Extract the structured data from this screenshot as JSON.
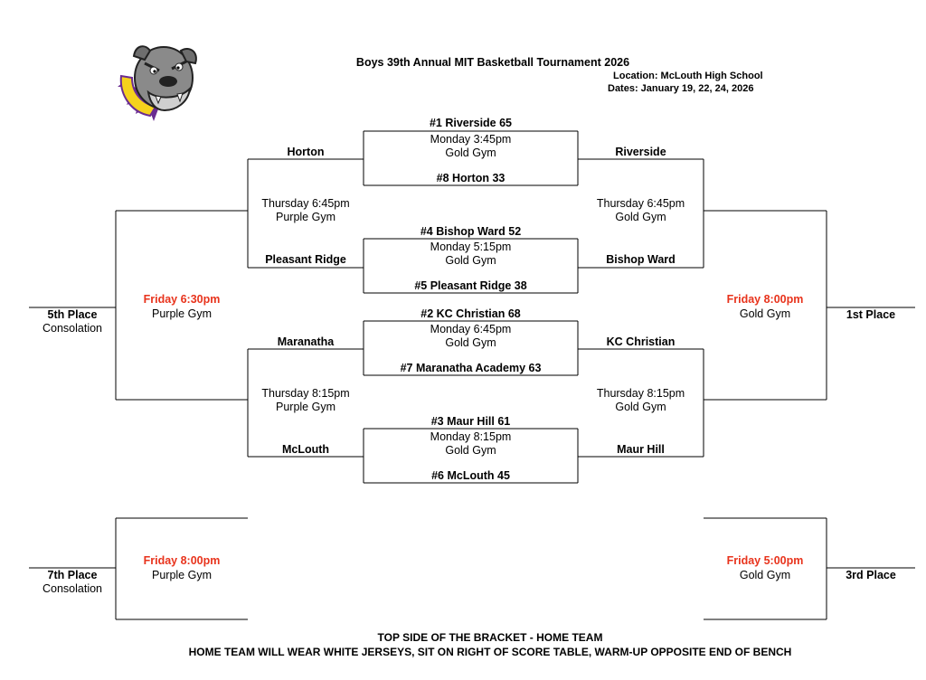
{
  "header": {
    "title": "Boys 39th Annual MIT Basketball Tournament 2026",
    "location": "Location: McLouth High School",
    "dates": "Dates: January 19, 22, 24, 2026"
  },
  "colors": {
    "accent_red": "#e8331c",
    "logo_gray": "#8a8a8a",
    "logo_gold": "#f5d21c",
    "logo_purple": "#6a2c91"
  },
  "logo": {
    "icon": "bulldog-mascot-icon"
  },
  "first_round": [
    {
      "top_seed": "#1  Riverside  65",
      "time": "Monday 3:45pm",
      "gym": "Gold Gym",
      "bottom_seed": "#8 Horton  33"
    },
    {
      "top_seed": "#4 Bishop Ward  52",
      "time": "Monday 5:15pm",
      "gym": "Gold Gym",
      "bottom_seed": "#5 Pleasant Ridge  38"
    },
    {
      "top_seed": "#2 KC Christian  68",
      "time": "Monday 6:45pm",
      "gym": "Gold Gym",
      "bottom_seed": "#7 Maranatha Academy  63"
    },
    {
      "top_seed": "#3 Maur Hill  61",
      "time": "Monday 8:15pm",
      "gym": "Gold Gym",
      "bottom_seed": "#6 McLouth  45"
    }
  ],
  "consolation_semis": [
    {
      "top_team": "Horton",
      "time": "Thursday 6:45pm",
      "gym": "Purple Gym",
      "bottom_team": "Pleasant Ridge"
    },
    {
      "top_team": "Maranatha",
      "time": "Thursday 8:15pm",
      "gym": "Purple Gym",
      "bottom_team": "McLouth"
    }
  ],
  "winner_semis": [
    {
      "top_team": "Riverside",
      "time": "Thursday 6:45pm",
      "gym": "Gold Gym",
      "bottom_team": "Bishop Ward"
    },
    {
      "top_team": "KC Christian",
      "time": "Thursday 8:15pm",
      "gym": "Gold Gym",
      "bottom_team": "Maur Hill"
    }
  ],
  "fifth_place": {
    "time": "Friday 6:30pm",
    "gym": "Purple Gym",
    "label": "5th Place",
    "sublabel": "Consolation"
  },
  "first_place": {
    "time": "Friday 8:00pm",
    "gym": "Gold Gym",
    "label": "1st Place"
  },
  "seventh_place": {
    "time": "Friday 8:00pm",
    "gym": "Purple Gym",
    "label": "7th Place",
    "sublabel": "Consolation"
  },
  "third_place": {
    "time": "Friday 5:00pm",
    "gym": "Gold Gym",
    "label": "3rd Place"
  },
  "footer": {
    "line1": "TOP SIDE OF THE BRACKET - HOME TEAM",
    "line2": "HOME TEAM WILL WEAR WHITE JERSEYS, SIT ON RIGHT OF SCORE TABLE, WARM-UP OPPOSITE END OF BENCH"
  }
}
